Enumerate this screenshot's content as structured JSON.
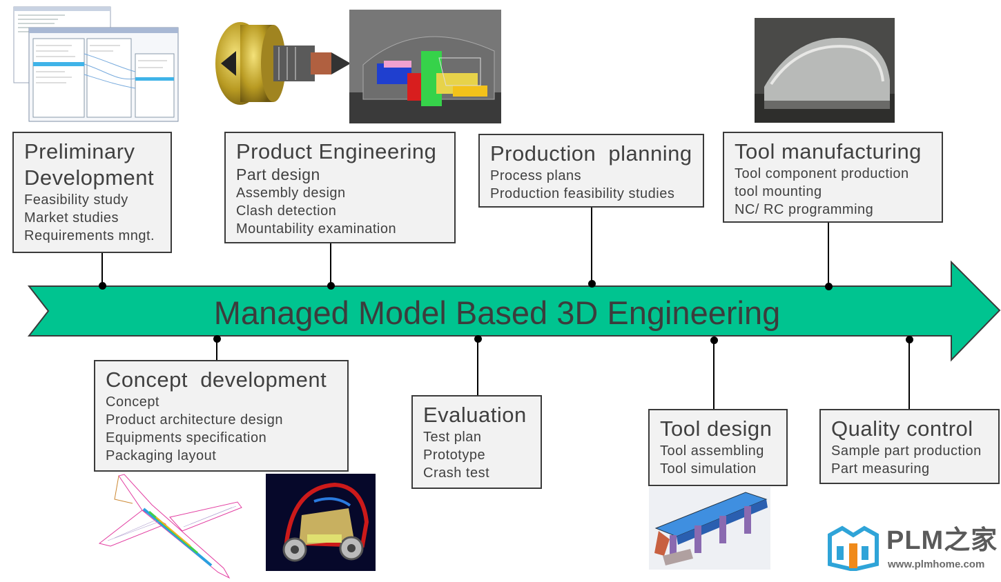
{
  "banner": {
    "text": "Managed Model Based 3D Engineering"
  },
  "colors": {
    "arrow": "#00c490",
    "box_bg": "#f2f2f2",
    "text": "#404040"
  },
  "stages_top": [
    {
      "title": "Preliminary Development",
      "items": [
        "Feasibility study",
        "Market studies",
        "Requirements mngt."
      ]
    },
    {
      "title": "Product Engineering",
      "items": [
        "Part design",
        "Assembly design",
        "Clash detection",
        "Mountability examination"
      ]
    },
    {
      "title": "Production  planning",
      "items": [
        "Process plans",
        "Production feasibility studies"
      ]
    },
    {
      "title": "Tool manufacturing",
      "items": [
        "Tool component production",
        "tool mounting",
        "NC/ RC programming"
      ]
    }
  ],
  "stages_bottom": [
    {
      "title": "Concept  development",
      "items": [
        "Concept",
        "Product architecture design",
        "Equipments specification",
        "Packaging layout"
      ]
    },
    {
      "title": "Evaluation",
      "items": [
        "Test plan",
        "Prototype",
        "Crash test"
      ]
    },
    {
      "title": "Tool design",
      "items": [
        "Tool assembling",
        "Tool simulation"
      ]
    },
    {
      "title": "Quality control",
      "items": [
        "Sample part production",
        "Part measuring"
      ]
    }
  ],
  "logo": {
    "name": "PLM之家",
    "url": "www.plmhome.com"
  }
}
